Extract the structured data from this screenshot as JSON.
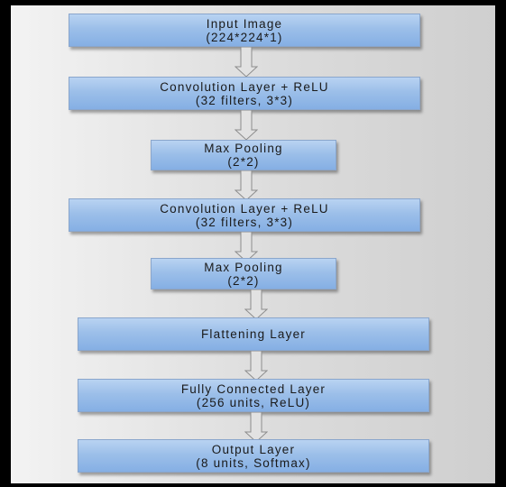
{
  "diagram": {
    "nodes": [
      {
        "id": "input",
        "line1": "Input Image",
        "line2": "(224*224*1)"
      },
      {
        "id": "conv1",
        "line1": "Convolution Layer + ReLU",
        "line2": "(32 filters, 3*3)"
      },
      {
        "id": "pool1",
        "line1": "Max Pooling",
        "line2": "(2*2)"
      },
      {
        "id": "conv2",
        "line1": "Convolution Layer + ReLU",
        "line2": "(32 filters, 3*3)"
      },
      {
        "id": "pool2",
        "line1": "Max Pooling",
        "line2": "(2*2)"
      },
      {
        "id": "flatten",
        "line1": "Flattening Layer"
      },
      {
        "id": "dense",
        "line1": "Fully Connected Layer",
        "line2": "(256 units, ReLU)"
      },
      {
        "id": "output",
        "line1": "Output Layer",
        "line2": "(8 units, Softmax)"
      }
    ],
    "edges": [
      [
        "input",
        "conv1"
      ],
      [
        "conv1",
        "pool1"
      ],
      [
        "pool1",
        "conv2"
      ],
      [
        "conv2",
        "pool2"
      ],
      [
        "pool2",
        "flatten"
      ],
      [
        "flatten",
        "dense"
      ],
      [
        "dense",
        "output"
      ]
    ],
    "colors": {
      "box_top": "#b9d3f2",
      "box_bottom": "#85afe4",
      "arrow_fill": "#e2e2e2",
      "arrow_stroke": "#8c8c8c",
      "background": "#000000"
    }
  }
}
